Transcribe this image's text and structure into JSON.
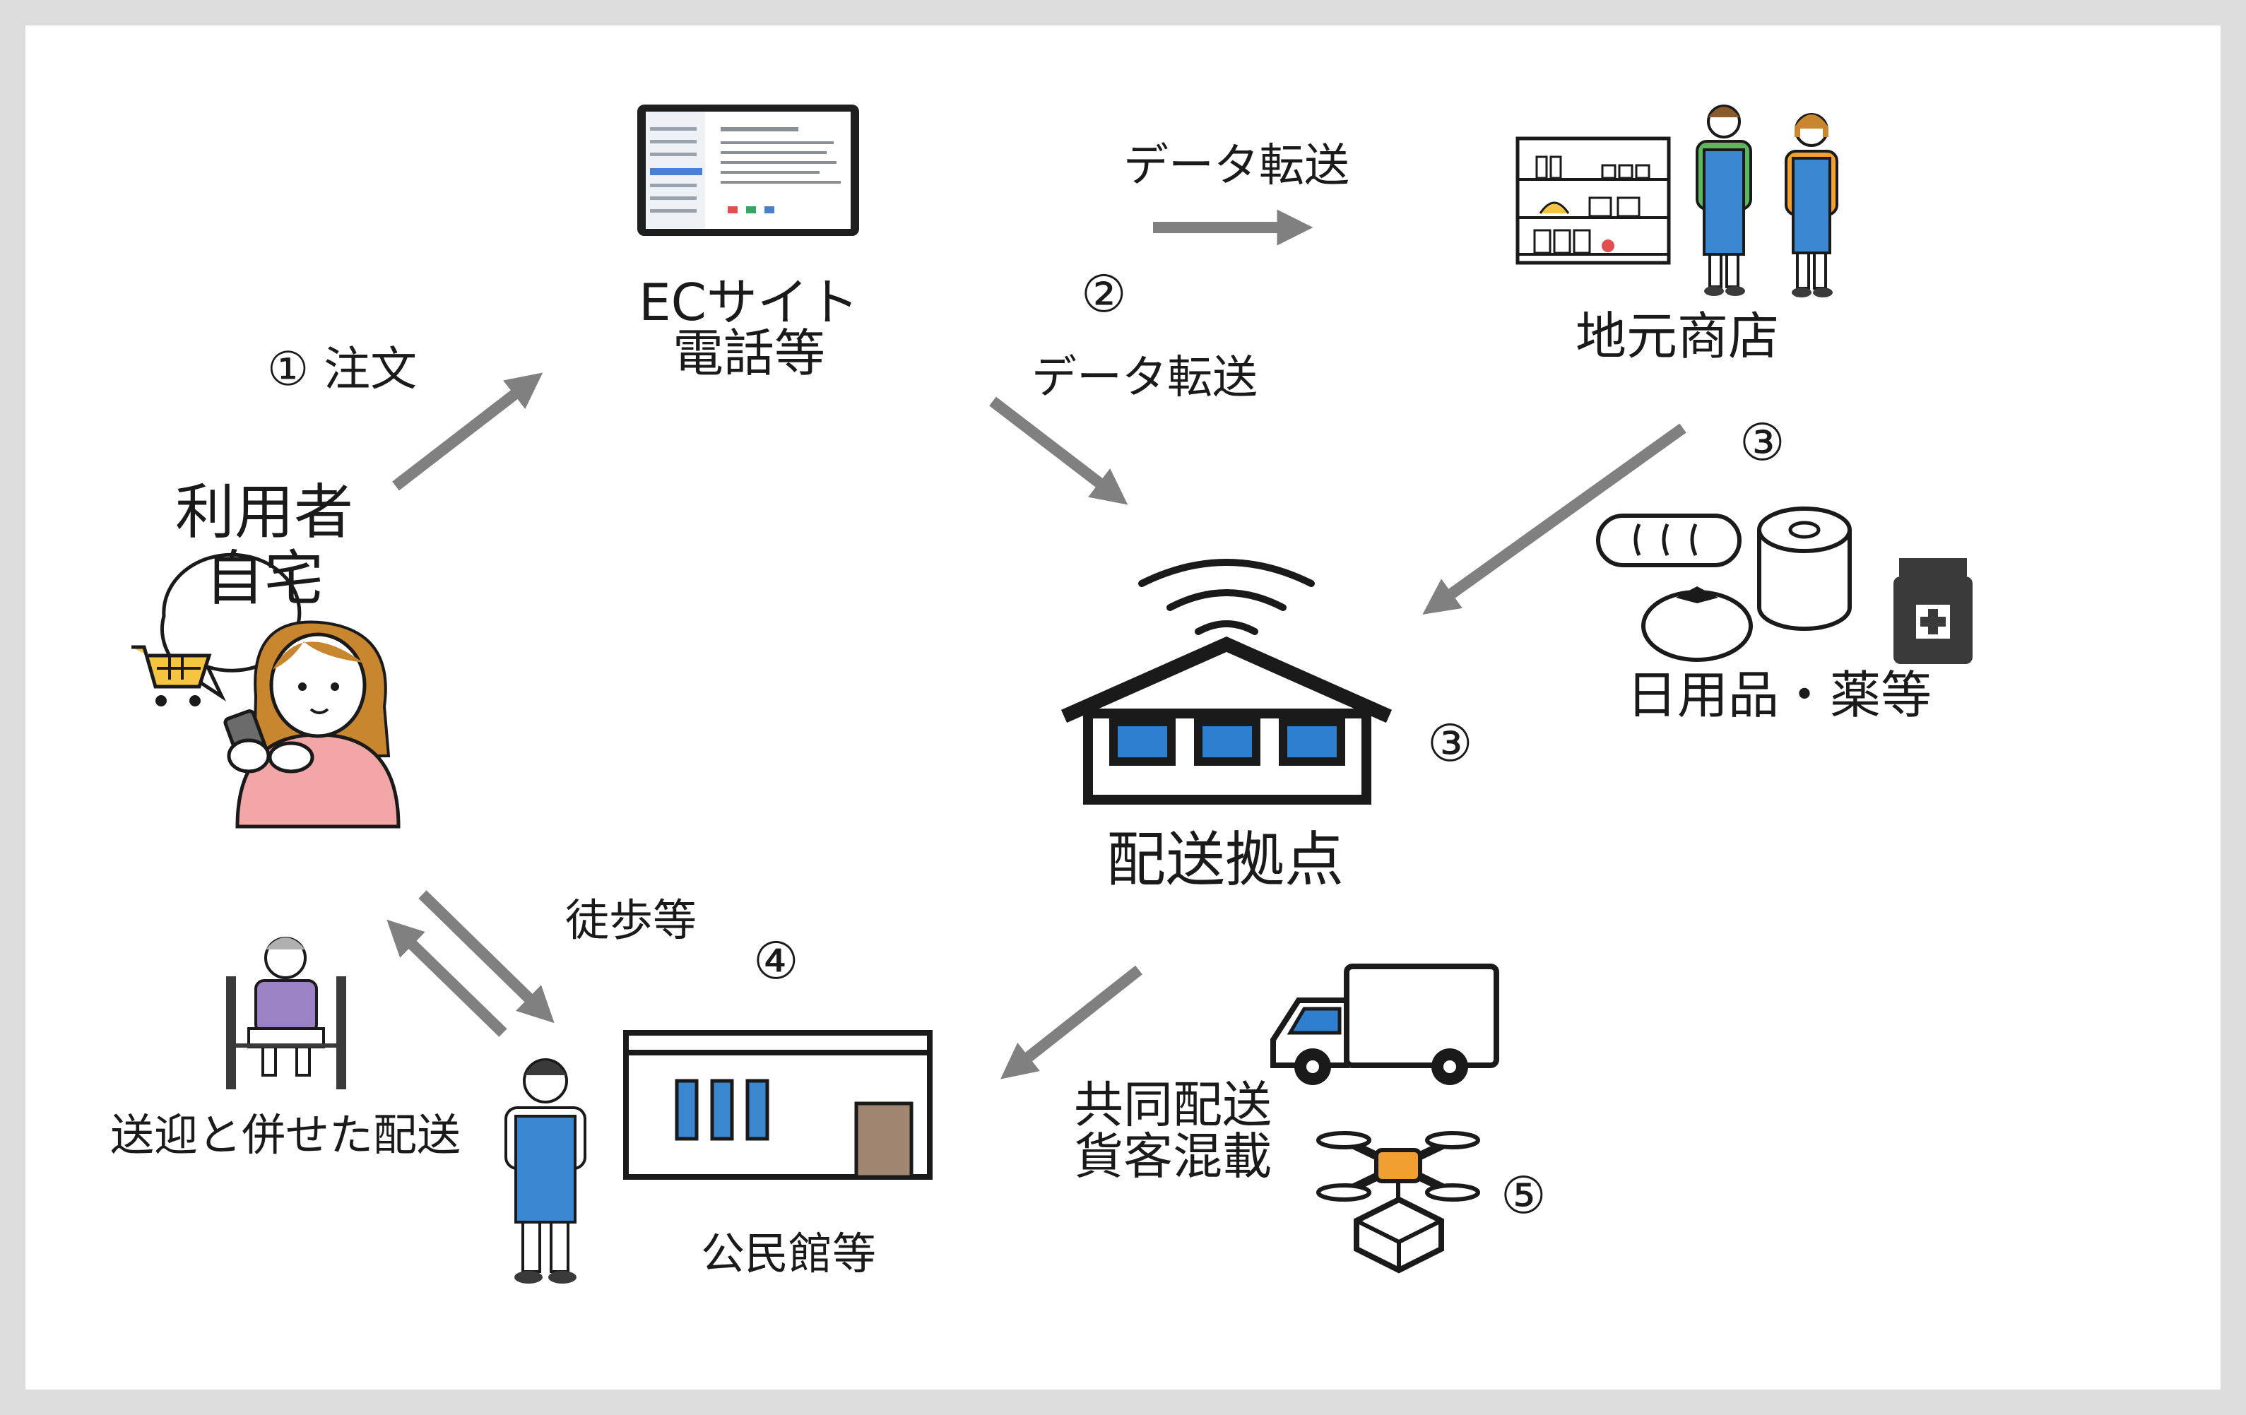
{
  "labels": {
    "step1_order": "① 注文",
    "user_home_line1": "利用者",
    "user_home_line2": "自宅",
    "ec_site_line1": "ECサイト",
    "ec_site_line2": "電話等",
    "data_transfer_top": "データ転送",
    "step2": "②",
    "data_transfer_mid": "データ転送",
    "local_store": "地元商店",
    "step3_store": "③",
    "daily_goods": "日用品・薬等",
    "step3_hub": "③",
    "delivery_hub": "配送拠点",
    "walking": "徒歩等",
    "step4": "④",
    "pickup_combined": "送迎と併せた配送",
    "community_hall": "公民館等",
    "joint_line1": "共同配送",
    "joint_line2": "貨客混載",
    "step5": "⑤"
  },
  "colors": {
    "arrow": "#808080",
    "outline": "#1a1a1a",
    "window_blue": "#2f7fd0",
    "apron_blue": "#3a86cf",
    "skin_pink": "#f3a6a6",
    "hair": "#c8862f",
    "cart_yellow": "#f5c542",
    "door_brown": "#a08570",
    "drone_orange": "#f0a030"
  },
  "icons": [
    "tablet-icon",
    "grocery-shelf-icon",
    "shopkeeper-icon",
    "woman-smartphone-icon",
    "cart-speech-bubble-icon",
    "warehouse-hub-icon",
    "wifi-signal-icon",
    "bread-icon",
    "toilet-paper-icon",
    "tomato-icon",
    "medicine-bottle-icon",
    "wheelchair-elder-icon",
    "staff-person-icon",
    "community-hall-icon",
    "truck-icon",
    "drone-icon"
  ]
}
